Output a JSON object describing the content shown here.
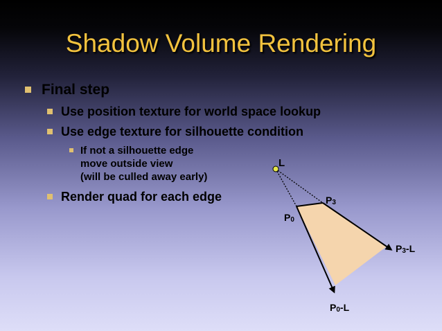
{
  "slide": {
    "title": "Shadow Volume Rendering",
    "bullets": {
      "final_step": "Final step",
      "position_texture": "Use position texture for world space lookup",
      "edge_texture": "Use edge texture for silhouette condition",
      "not_silhouette": [
        "If not a silhouette edge",
        "move outside view",
        "(will be culled away early)"
      ],
      "render_quad": "Render quad for each edge"
    }
  },
  "diagram": {
    "labels": {
      "light": "L",
      "p3": "P",
      "p3_sub": "3",
      "p0": "P",
      "p0_sub": "0",
      "p3_minus_l_p": "P",
      "p3_minus_l_sub": "3",
      "p3_minus_l_rest": "-L",
      "p0_minus_l_p": "P",
      "p0_minus_l_sub": "0",
      "p0_minus_l_rest": "-L"
    },
    "colors": {
      "quad_fill": "#f5d5ad",
      "light_fill": "#e6e64a",
      "line": "#000000",
      "title": "#f2c23e",
      "bullet_marker": "#e0c070"
    }
  }
}
